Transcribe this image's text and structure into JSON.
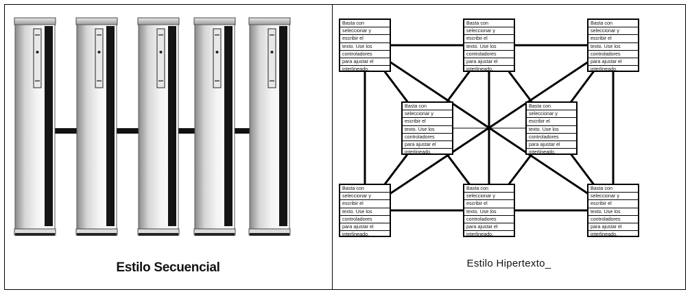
{
  "sequential": {
    "caption": "Estilo Secuencial",
    "tower_count": 5
  },
  "hypertext": {
    "caption": "Estilo Hipertexto_",
    "page_lines": [
      "Basta con",
      "seleccionar y",
      "escribir el",
      "texto. Use los",
      "controladores",
      "para ajustar el",
      "interlineado."
    ]
  },
  "colors": {
    "border": "#000000",
    "tower_dark": "#141414",
    "tower_light": "#eeeeee"
  }
}
